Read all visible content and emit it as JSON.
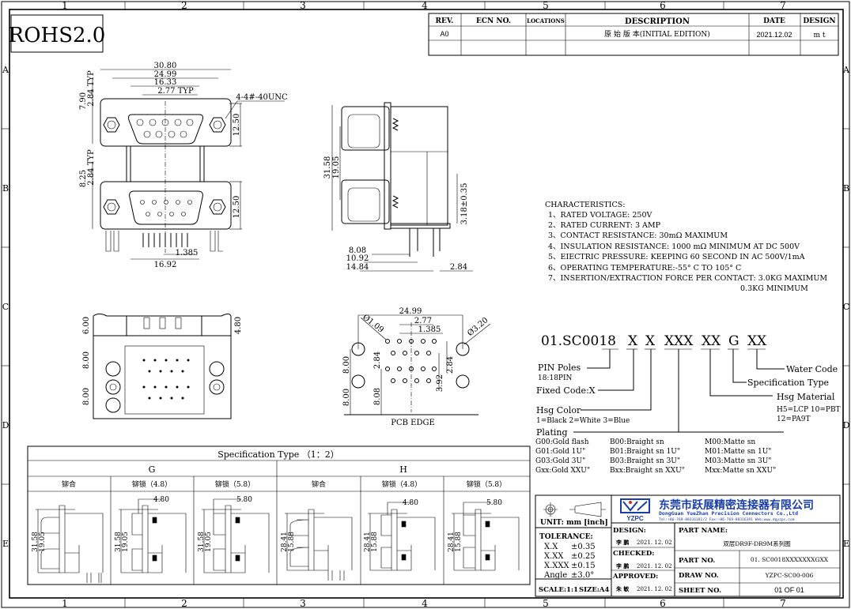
{
  "frame": {
    "columns": [
      "1",
      "2",
      "3",
      "4",
      "5",
      "6",
      "7"
    ],
    "rows": [
      "A",
      "B",
      "C",
      "D",
      "E"
    ]
  },
  "rohs": "ROHS2.0",
  "revision_table": {
    "headers": [
      "REV.",
      "ECN NO.",
      "LOCATIONS",
      "DESCRIPTION",
      "DATE",
      "DESIGN"
    ],
    "rows": [
      [
        "A0",
        "",
        "",
        "原 始 版 本(INITIAL EDITION)",
        "2021.12.02",
        "m  t"
      ]
    ]
  },
  "front_view": {
    "d_30_80": "30.80",
    "d_24_99": "24.99",
    "d_16_33": "16.33",
    "d_2_77": "2.77 TYP",
    "d_thread": "4-4#-40UNC",
    "d_7_90": "7.90",
    "d_2_84a": "2.84 TYP",
    "d_12_50a": "12.50",
    "d_8_25": "8.25",
    "d_2_84b": "2.84 TYP",
    "d_12_50b": "12.50",
    "d_1_385": "1.385",
    "d_16_92": "16.92"
  },
  "side_view": {
    "d_31_58": "31.58",
    "d_19_05": "19.05",
    "d_3_18": "3.18±0.35",
    "d_8_08": "8.08",
    "d_10_92": "10.92",
    "d_14_84": "14.84",
    "d_2_84": "2.84"
  },
  "bottom_view": {
    "d_6_00": "6.00",
    "d_8_00a": "8.00",
    "d_8_00b": "8.00",
    "d_4_80": "4.80"
  },
  "pcb_view": {
    "d_24_99": "24.99",
    "d_hole_small": "Ø1.09",
    "d_2_77": "2.77",
    "d_1_385": "1.385",
    "d_hole_big": "Ø3.20",
    "d_8_00a": "8.00",
    "d_8_00b": "8.00",
    "d_2_84a": "2.84",
    "d_8_08": "8.08",
    "d_2_84b": "2.84",
    "d_3_92": "3.92",
    "edge_label": "PCB EDGE"
  },
  "characteristics": {
    "title": "CHARACTERISTICS:",
    "items": [
      "1、RATED VOLTAGE: 250V",
      "2、RATED CURRENT: 3 AMP",
      "3、CONTACT RESISTANCE: 30mΩ MAXIMUM",
      "4、INSULATION RESISTANCE: 1000 mΩ MINIMUM AT DC 500V",
      "5、EIECTRIC PRESSURE: KEEPING 60 SECOND IN AC 500V/1mA",
      "6、OPERATING TEMPERATURE:-55° C TO 105° C",
      "7、INSERTION/EXTRACTION FORCE PER CONTACT: 3.0KG MAXIMUM"
    ],
    "item7_cont": "0.3KG MINIMUM"
  },
  "part_code": {
    "segments": [
      "01.SC0018",
      "X",
      "X",
      "XXX",
      "XX",
      "G",
      "XX"
    ],
    "pin_poles": "PIN Poles",
    "pin_poles_value": "18:18PIN",
    "fixed_code": "Fixed Code:X",
    "hsg_color": "Hsg Color",
    "hsg_color_values": "1=Black  2=White 3=Blue",
    "plating": "Plating",
    "plating_options": [
      [
        "G00:Gold flash",
        "B00:Braight sn",
        "M00:Matte sn"
      ],
      [
        "G01:Gold 1U\"",
        "B01:Braight sn 1U\"",
        "M01:Matte sn 1U\""
      ],
      [
        "G03:Gold 3U\"",
        "B03:Braight sn 3U\"",
        "M03:Matte sn 3U\""
      ],
      [
        "Gxx:Gold XXU\"",
        "Bxx:Braight sn XXU\"",
        "Mxx:Matte sn XXU\""
      ]
    ],
    "water_code": "Water Code",
    "spec_type": "Specification Type",
    "hsg_material": "Hsg Material",
    "hsg_material_values": [
      "H5=LCP 10=PBT",
      "12=PA9T"
    ]
  },
  "spec_table": {
    "title": "Specification Type （1：2）",
    "groups": [
      "G",
      "H"
    ],
    "columns": [
      "铆合",
      "铆锁（4.8）",
      "铆锁（5.8）",
      "铆合",
      "铆锁（4.8）",
      "铆锁（5.8）"
    ],
    "dims": [
      {
        "outer": "31.58",
        "inner": "19.05",
        "top": ""
      },
      {
        "outer": "31.58",
        "inner": "19.05",
        "top": "4.80"
      },
      {
        "outer": "31.58",
        "inner": "19.05",
        "top": "5.80"
      },
      {
        "outer": "28.41",
        "inner": "15.88",
        "top": ""
      },
      {
        "outer": "28.41",
        "inner": "15.88",
        "top": "4.80"
      },
      {
        "outer": "28.41",
        "inner": "15.88",
        "top": "5.80"
      }
    ]
  },
  "title_block": {
    "unit": "UNIT: mm  [inch]",
    "tolerance_label": "TOLERANCE:",
    "tolerances": [
      [
        "X.X",
        "±0.35"
      ],
      [
        "X.XX",
        "±0.25"
      ],
      [
        "X.XXX",
        "±0.15"
      ],
      [
        "Angle",
        "±3.0°"
      ]
    ],
    "scale": "SCALE:1:1",
    "size": "SIZE:A4",
    "logo_text": "YZPC",
    "company_cn": "东莞市跃展精密连接器有限公司",
    "company_en": "DongGuan YueZhan Precision Connectors Co.,Ltd",
    "company_contact": "Tel:+86-769-88316181/2  Fax:+86-769-88316391  Web:www.dgyzpc.com",
    "design_label": "DESIGN:",
    "design_sign": "李 鹏",
    "design_date": "2021. 12. 02",
    "checked_label": "CHECKED:",
    "checked_sign": "李 鹏",
    "checked_date": "2021. 12. 02",
    "approved_label": "APPROVED:",
    "approved_sign": "朱 敏",
    "approved_date": "2021. 12. 02",
    "part_name_label": "PART  NAME:",
    "part_name": "双层DR9F-DR9M系列图",
    "part_no_label": "PART  NO.",
    "part_no": "01. SC0018XXXXXXXGXX",
    "draw_no_label": "DRAW  NO.",
    "draw_no": "YZPC-SC00-006",
    "sheet_no_label": "SHEET  NO.",
    "sheet_no": "01 OF 01"
  }
}
